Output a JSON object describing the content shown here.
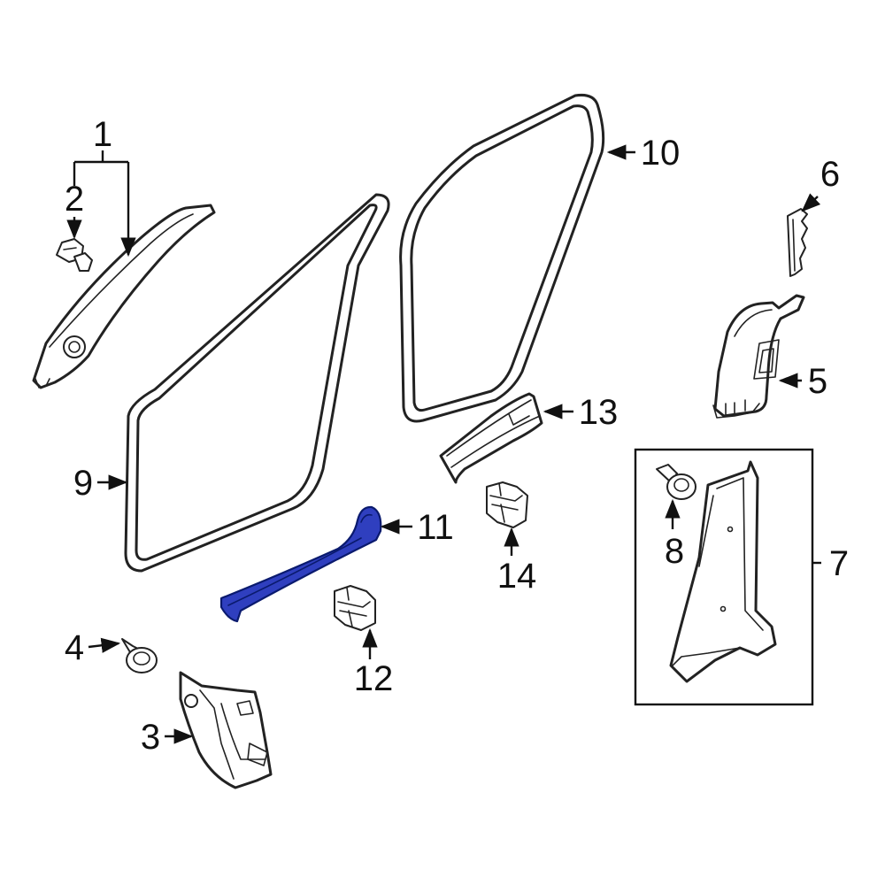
{
  "callouts": {
    "c1": "1",
    "c2": "2",
    "c3": "3",
    "c4": "4",
    "c5": "5",
    "c6": "6",
    "c7": "7",
    "c8": "8",
    "c9": "9",
    "c10": "10",
    "c11": "11",
    "c12": "12",
    "c13": "13",
    "c14": "14"
  },
  "highlight": {
    "part": "11",
    "color": "#2f3fbf",
    "outline": "#0a1a6e"
  }
}
